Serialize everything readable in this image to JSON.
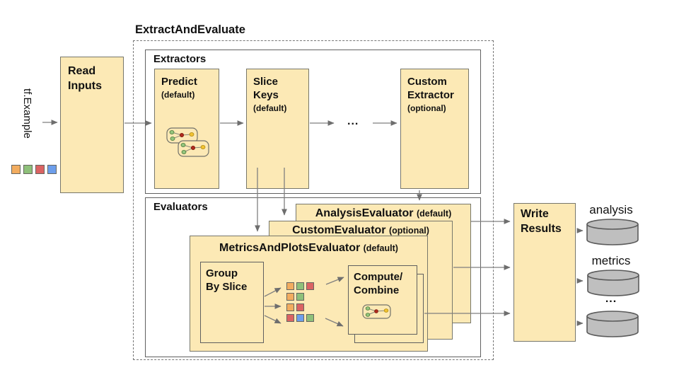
{
  "colors": {
    "box_fill": "#FCE9B5",
    "cylinder_fill": "#BFBFBF",
    "sq_orange": "#F2AC5F",
    "sq_green": "#8EC07A",
    "sq_red": "#DB6363",
    "sq_blue": "#6D9EEB",
    "node_green": "#93C47D",
    "node_red": "#B02B1E",
    "node_yellow": "#F1C232"
  },
  "title": "ExtractAndEvaluate",
  "input": {
    "label": "tf.Example",
    "squares": [
      "orange",
      "green",
      "red",
      "blue"
    ]
  },
  "read_inputs": {
    "label": "Read Inputs"
  },
  "extractors": {
    "section_label": "Extractors",
    "predict": {
      "name": "Predict",
      "qualifier": "(default)"
    },
    "slice_keys": {
      "name": "Slice Keys",
      "qualifier": "(default)"
    },
    "dots": "...",
    "custom": {
      "name": "Custom Extractor",
      "qualifier": "(optional)"
    }
  },
  "evaluators": {
    "section_label": "Evaluators",
    "analysis": {
      "name": "AnalysisEvaluator",
      "qualifier": "(default)"
    },
    "custom": {
      "name": "CustomEvaluator",
      "qualifier": "(optional)"
    },
    "metrics": {
      "name": "MetricsAndPlotsEvaluator",
      "qualifier": "(default)"
    },
    "group_by_slice": {
      "label": "Group By Slice"
    },
    "compute": {
      "line1": "Compute/",
      "line2": "Combine"
    },
    "slice_rows": [
      [
        "orange",
        "green",
        "red"
      ],
      [
        "orange",
        "green"
      ],
      [
        "orange",
        "red"
      ],
      [
        "red",
        "blue",
        "green"
      ]
    ]
  },
  "outputs": {
    "write_results": {
      "label": "Write Results"
    },
    "stores": [
      {
        "label": "analysis"
      },
      {
        "label": "metrics"
      },
      {
        "label": "..."
      }
    ]
  }
}
